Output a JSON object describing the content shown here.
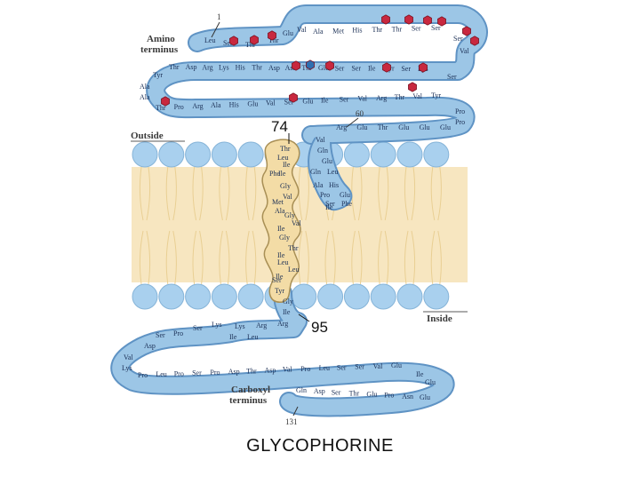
{
  "labels": {
    "amino_terminus": [
      "Amino",
      "terminus"
    ],
    "carboxyl_terminus": [
      "Carboxyl",
      "terminus"
    ],
    "outside": "Outside",
    "inside": "Inside",
    "pos_1": "1",
    "pos_60": "60",
    "pos_131": "131",
    "marker_74": "74",
    "marker_95": "95"
  },
  "colors": {
    "chain_fill": "#9cc6e6",
    "chain_stroke": "#5f93c4",
    "tm_fill": "#f3dca6",
    "tm_stroke": "#a88f55",
    "lipid_head": "#a9d0ee",
    "lipid_tail": "#f7e6c0",
    "glycan": "#c8283f",
    "glycan_alt": "#2f6fb0"
  },
  "sequence": {
    "row1": [
      "Leu",
      "Ser",
      "Thr",
      "Thr",
      "Glu",
      "Val",
      "Ala",
      "Met",
      "His",
      "Thr",
      "Thr",
      "Ser",
      "Ser",
      "Ser",
      "Val"
    ],
    "row2": [
      "Tyr",
      "Thr",
      "Asp",
      "Arg",
      "Lys",
      "His",
      "Thr",
      "Asp",
      "Asn",
      "Thr",
      "Glu",
      "Ser",
      "Ser",
      "Ile",
      "Tyr",
      "Ser",
      "Lys",
      "Ser"
    ],
    "row3": [
      "Ala",
      "Ala",
      "Thr",
      "Pro",
      "Arg",
      "Ala",
      "His",
      "Glu",
      "Val",
      "Ser",
      "Glu",
      "Ile",
      "Ser",
      "Val",
      "Arg",
      "Thr",
      "Val",
      "Tyr",
      "Pro",
      "Pro"
    ],
    "row4": [
      "Arg",
      "Glu",
      "Thr",
      "Glu",
      "Glu",
      "Glu",
      "Val",
      "Gln",
      "Glu",
      "Gln",
      "Leu",
      "Ala",
      "His",
      "Pro",
      "Glu",
      "Ile",
      "Phe",
      "Ser"
    ],
    "transmembrane": [
      "Thr",
      "Leu",
      "Ile",
      "Ile",
      "Phe",
      "Gly",
      "Val",
      "Met",
      "Ala",
      "Gly",
      "Val",
      "Ile",
      "Gly",
      "Thr",
      "Ile",
      "Leu",
      "Leu",
      "Ile",
      "Ser",
      "Tyr",
      "Gly",
      "Ile"
    ],
    "row5": [
      "Arg",
      "Arg",
      "Leu",
      "Ile",
      "Lys",
      "Lys",
      "Ser",
      "Pro",
      "Ser",
      "Asp"
    ],
    "row6": [
      "Val",
      "Lys",
      "Pro",
      "Leu",
      "Pro",
      "Ser",
      "Pro",
      "Asp",
      "Thr",
      "Asp",
      "Val",
      "Pro",
      "Leu",
      "Ser",
      "Ser",
      "Val",
      "Glu",
      "Ile",
      "Glu"
    ],
    "row7": [
      "Gln",
      "Asp",
      "Ser",
      "Thr",
      "Glu",
      "Pro",
      "Asn",
      "Glu"
    ]
  },
  "caption": "GLYCOPHORINE"
}
